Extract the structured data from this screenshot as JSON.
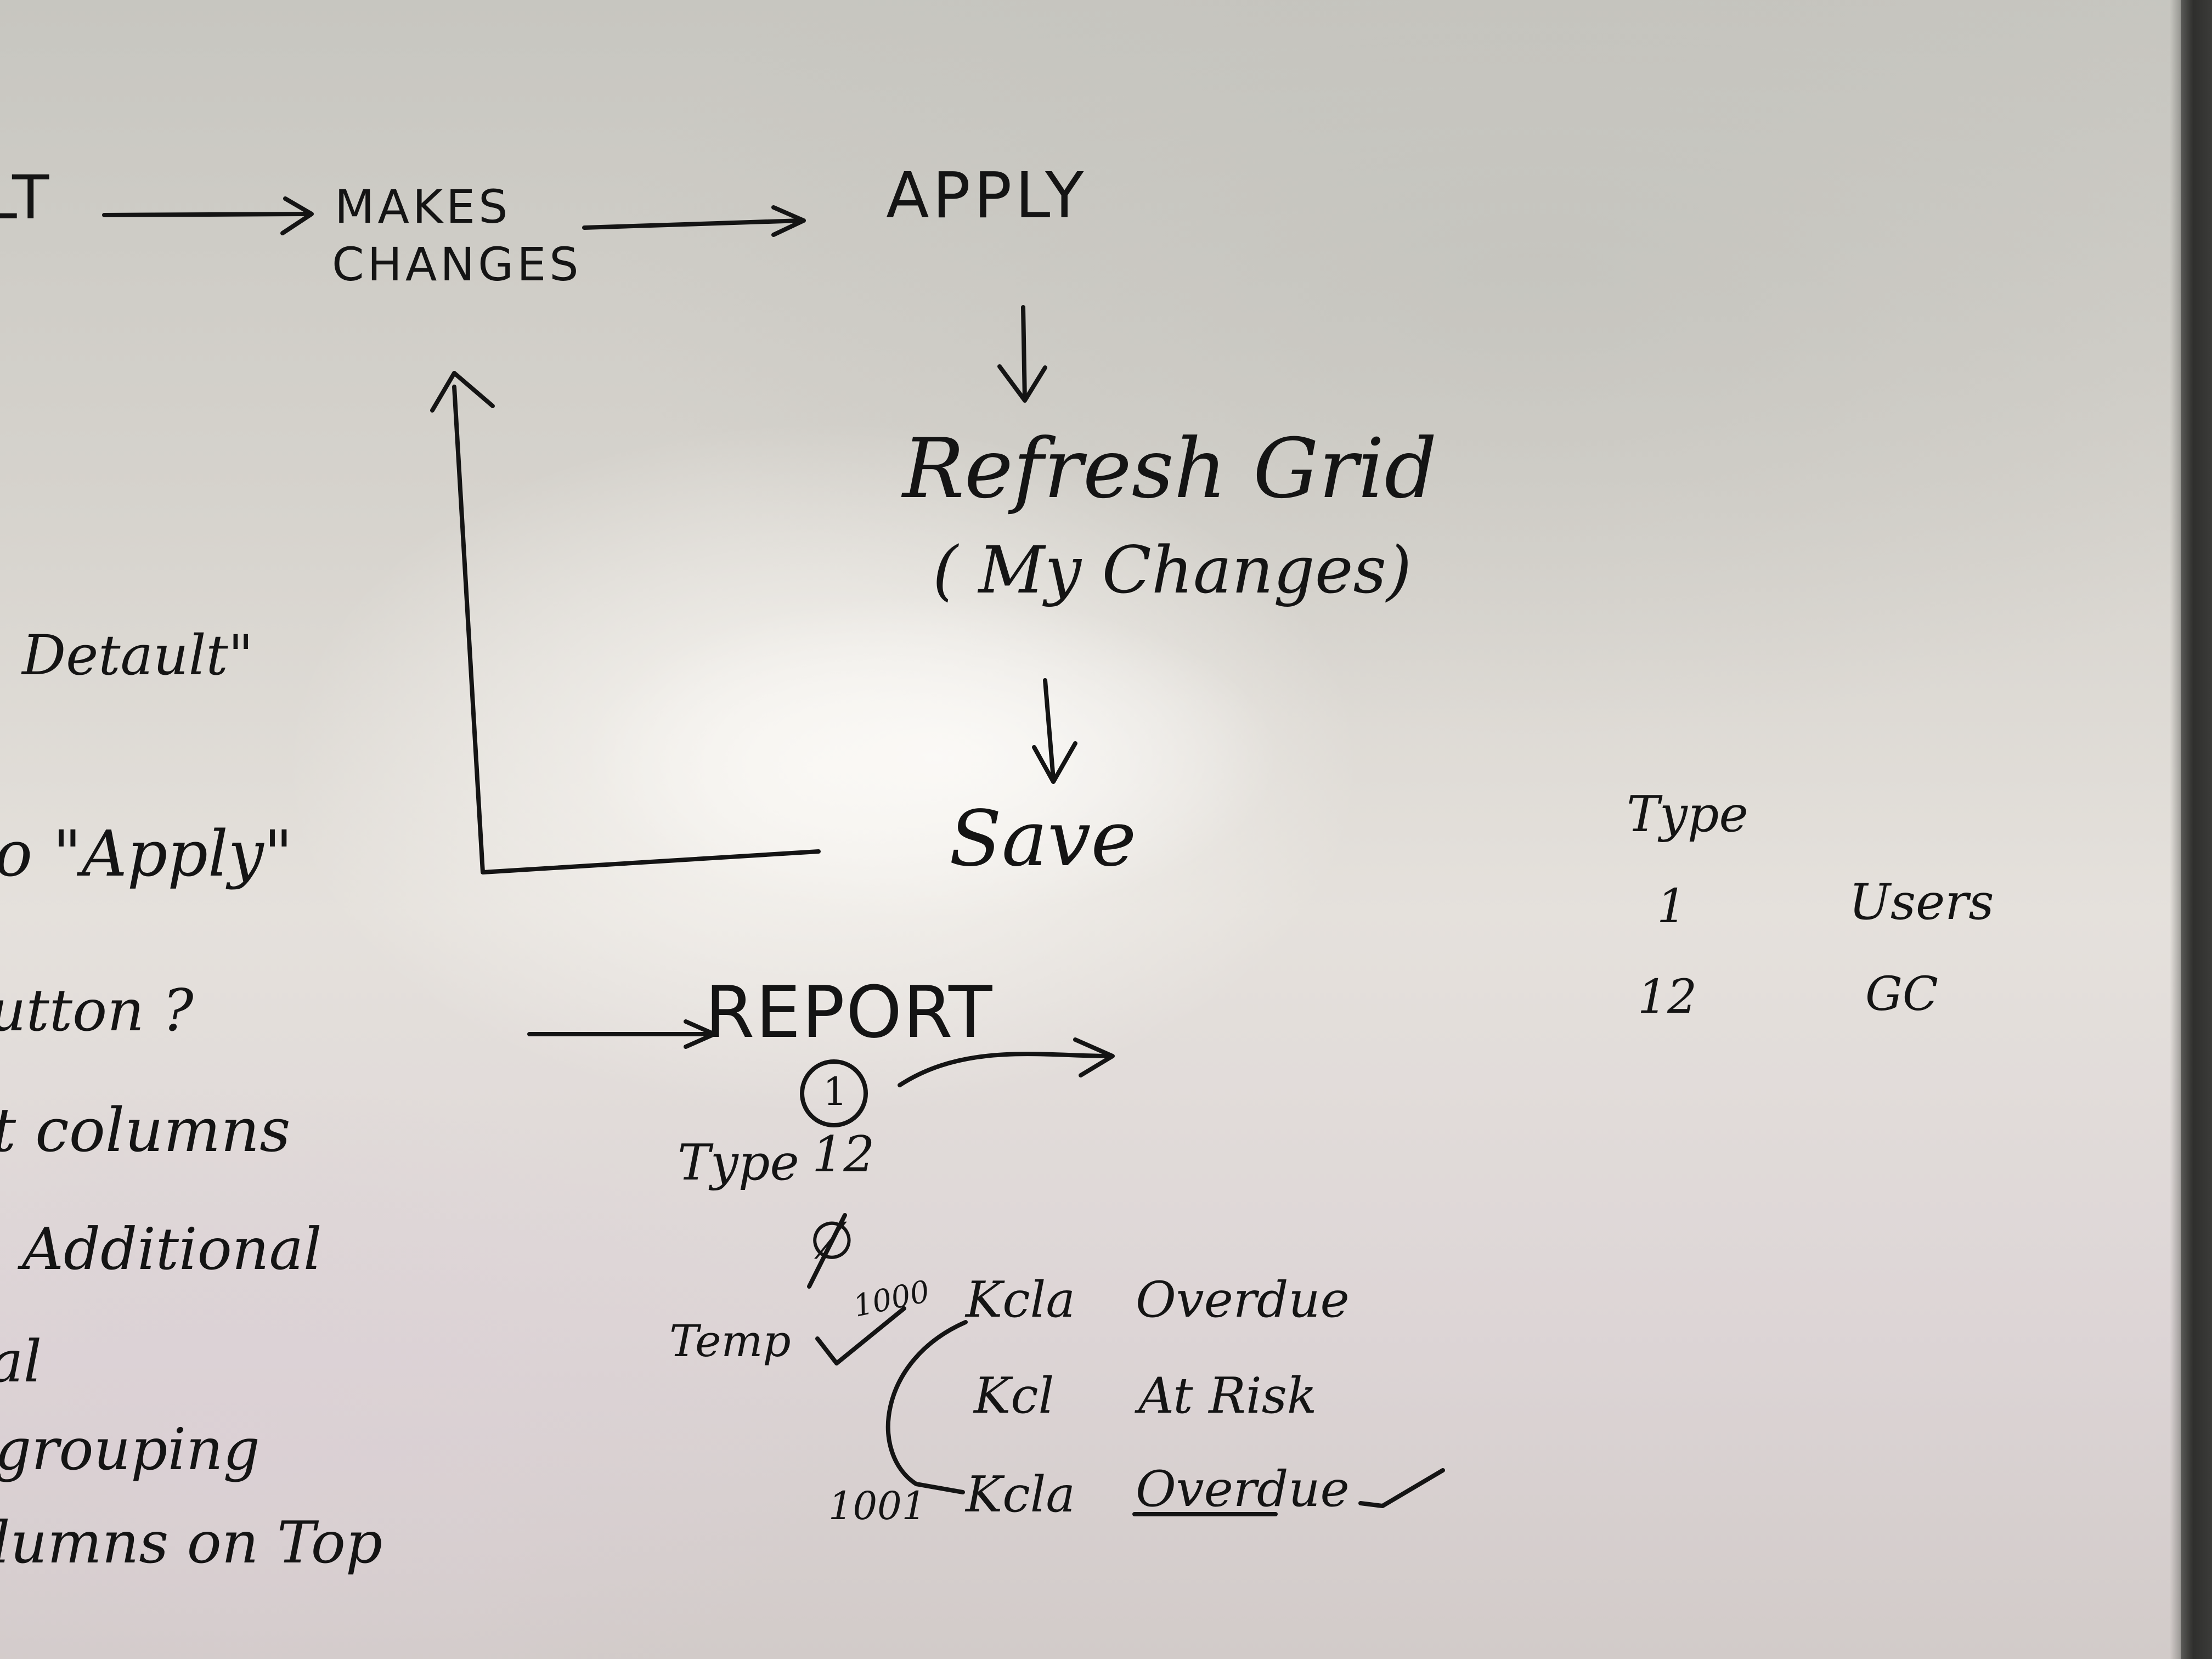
{
  "board": {
    "background_color": "#d9d6d0",
    "ink_color": "#141414"
  },
  "flow": {
    "cut_prefix": "LT",
    "makes_changes_line1": "MAKES",
    "makes_changes_line2": "CHANGES",
    "apply": "APPLY",
    "refresh_grid": "Refresh Grid",
    "my_changes": "( My Changes)",
    "save": "Save"
  },
  "left_notes": {
    "default": "Detault\"",
    "apply_quote": "o \"Apply\"",
    "button": "utton ?",
    "columns": "t columns",
    "additional": "Additional",
    "al": "al",
    "grouping": "grouping",
    "columns_on_top": "lumns on Top"
  },
  "report": {
    "title": "REPORT",
    "circled_number": "1",
    "type_label": "Type",
    "type_value": "12",
    "null_symbol": "∅",
    "temp_label": "Temp",
    "values": [
      "1000",
      "1001"
    ],
    "rows": [
      {
        "code": "Kcla",
        "status": "Overdue"
      },
      {
        "code": "Kcl",
        "status": "At Risk"
      },
      {
        "code": "Kcla",
        "status": "Overdue"
      }
    ]
  },
  "type_table": {
    "header": "Type",
    "rows": [
      {
        "id": "1",
        "label": "Users"
      },
      {
        "id": "12",
        "label": "GC"
      }
    ]
  }
}
